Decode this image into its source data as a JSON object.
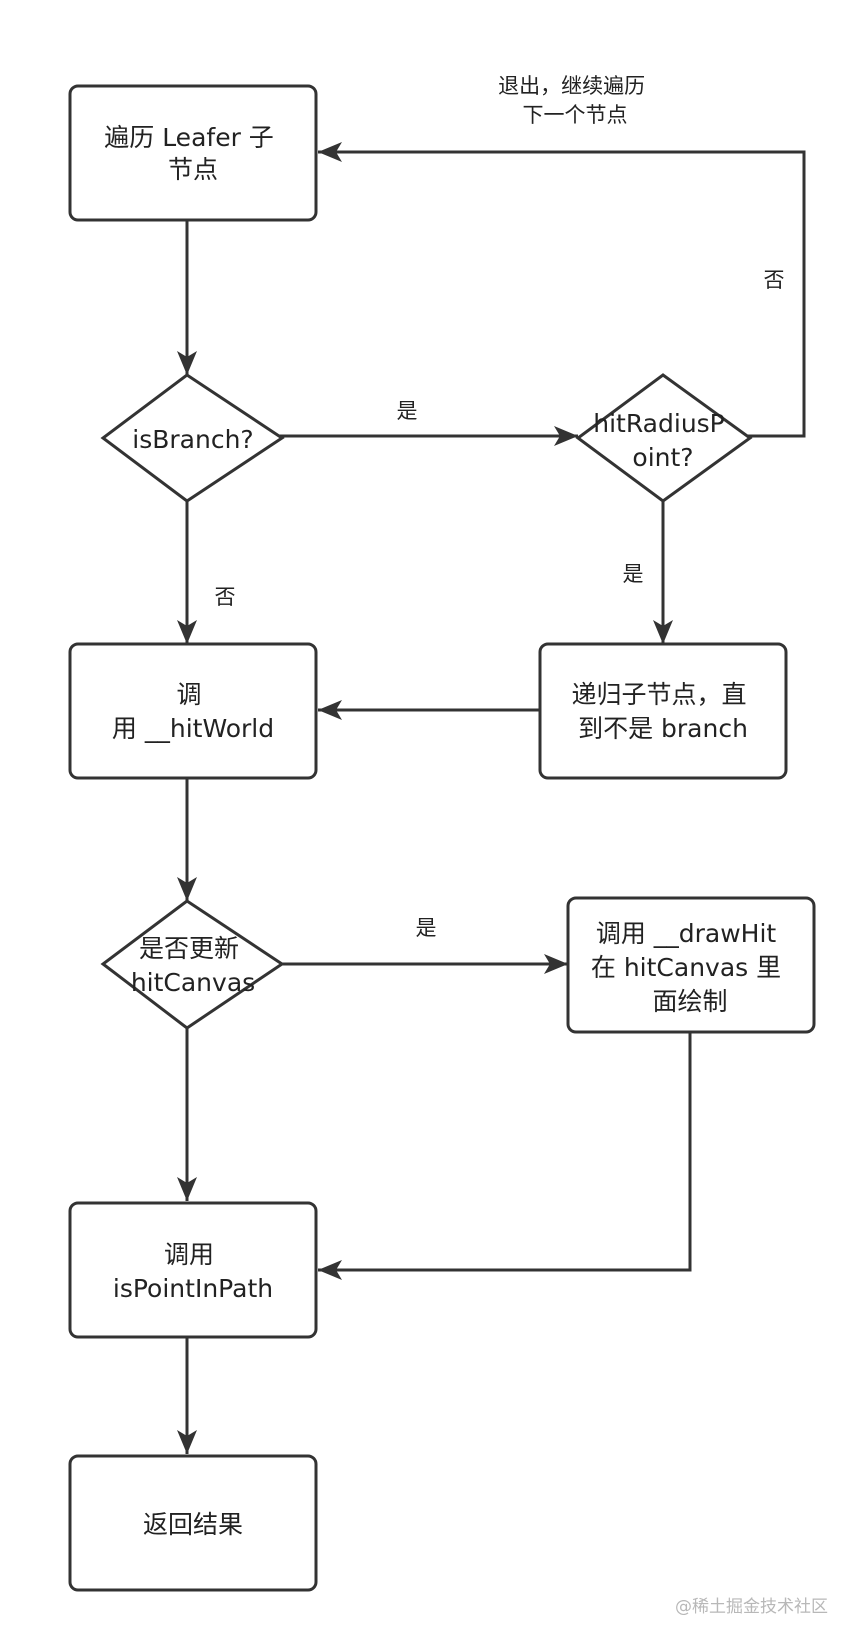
{
  "nodes": {
    "traverse": {
      "lines": [
        "遍历 Leafer 子",
        "节点"
      ]
    },
    "is_branch": {
      "lines": [
        "isBranch?"
      ]
    },
    "hit_radius": {
      "lines": [
        "hitRadiusP",
        "oint?"
      ]
    },
    "call_hit_world": {
      "lines": [
        "调",
        "用 __hitWorld"
      ]
    },
    "recurse": {
      "lines": [
        "递归子节点，直",
        "到不是 branch"
      ]
    },
    "update_canvas": {
      "lines": [
        "是否更新",
        "hitCanvas"
      ]
    },
    "draw_hit": {
      "lines": [
        "调用 __drawHit",
        "在 hitCanvas 里",
        "面绘制"
      ]
    },
    "point_in_path": {
      "lines": [
        "调用",
        "isPointInPath"
      ]
    },
    "return_result": {
      "lines": [
        "返回结果"
      ]
    }
  },
  "edge_labels": {
    "exit_continue": [
      "退出，继续遍历",
      "下一个节点"
    ],
    "no_hit_radius": "否",
    "yes_branch": "是",
    "no_branch": "否",
    "yes_hit_radius": "是",
    "yes_update": "是"
  },
  "watermark": "@稀土掘金技术社区",
  "colors": {
    "stroke": "#333333",
    "text": "#222222",
    "watermark": "#b8b8b8"
  }
}
